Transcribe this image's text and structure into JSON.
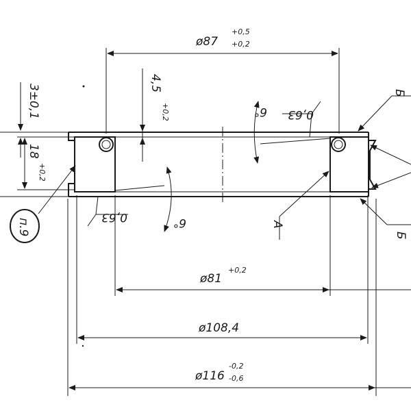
{
  "dimensions": {
    "top_diameter": {
      "main": "ø87",
      "upper": "+0,5",
      "lower": "+0,2"
    },
    "left_edge": {
      "text": "3±0,1"
    },
    "groove_depth": {
      "main": "4,5",
      "sup": "+0,2"
    },
    "height": {
      "main": "18",
      "sup": "+0,2"
    },
    "angle_top": {
      "text": "6°"
    },
    "angle_bottom": {
      "text": "6°"
    },
    "roughness_top": {
      "text": "0,63"
    },
    "roughness_bottom": {
      "text": "0,63"
    },
    "inner_diameter": {
      "main": "ø81",
      "sup": "+0,2"
    },
    "mid_diameter": {
      "text": "ø108,4"
    },
    "outer_diameter": {
      "main": "ø116",
      "upper": "-0,2",
      "lower": "-0,6"
    }
  },
  "callouts": {
    "view_b_top": "Б",
    "view_b_bottom": "Б",
    "section_a": "А",
    "note": "п.9"
  }
}
